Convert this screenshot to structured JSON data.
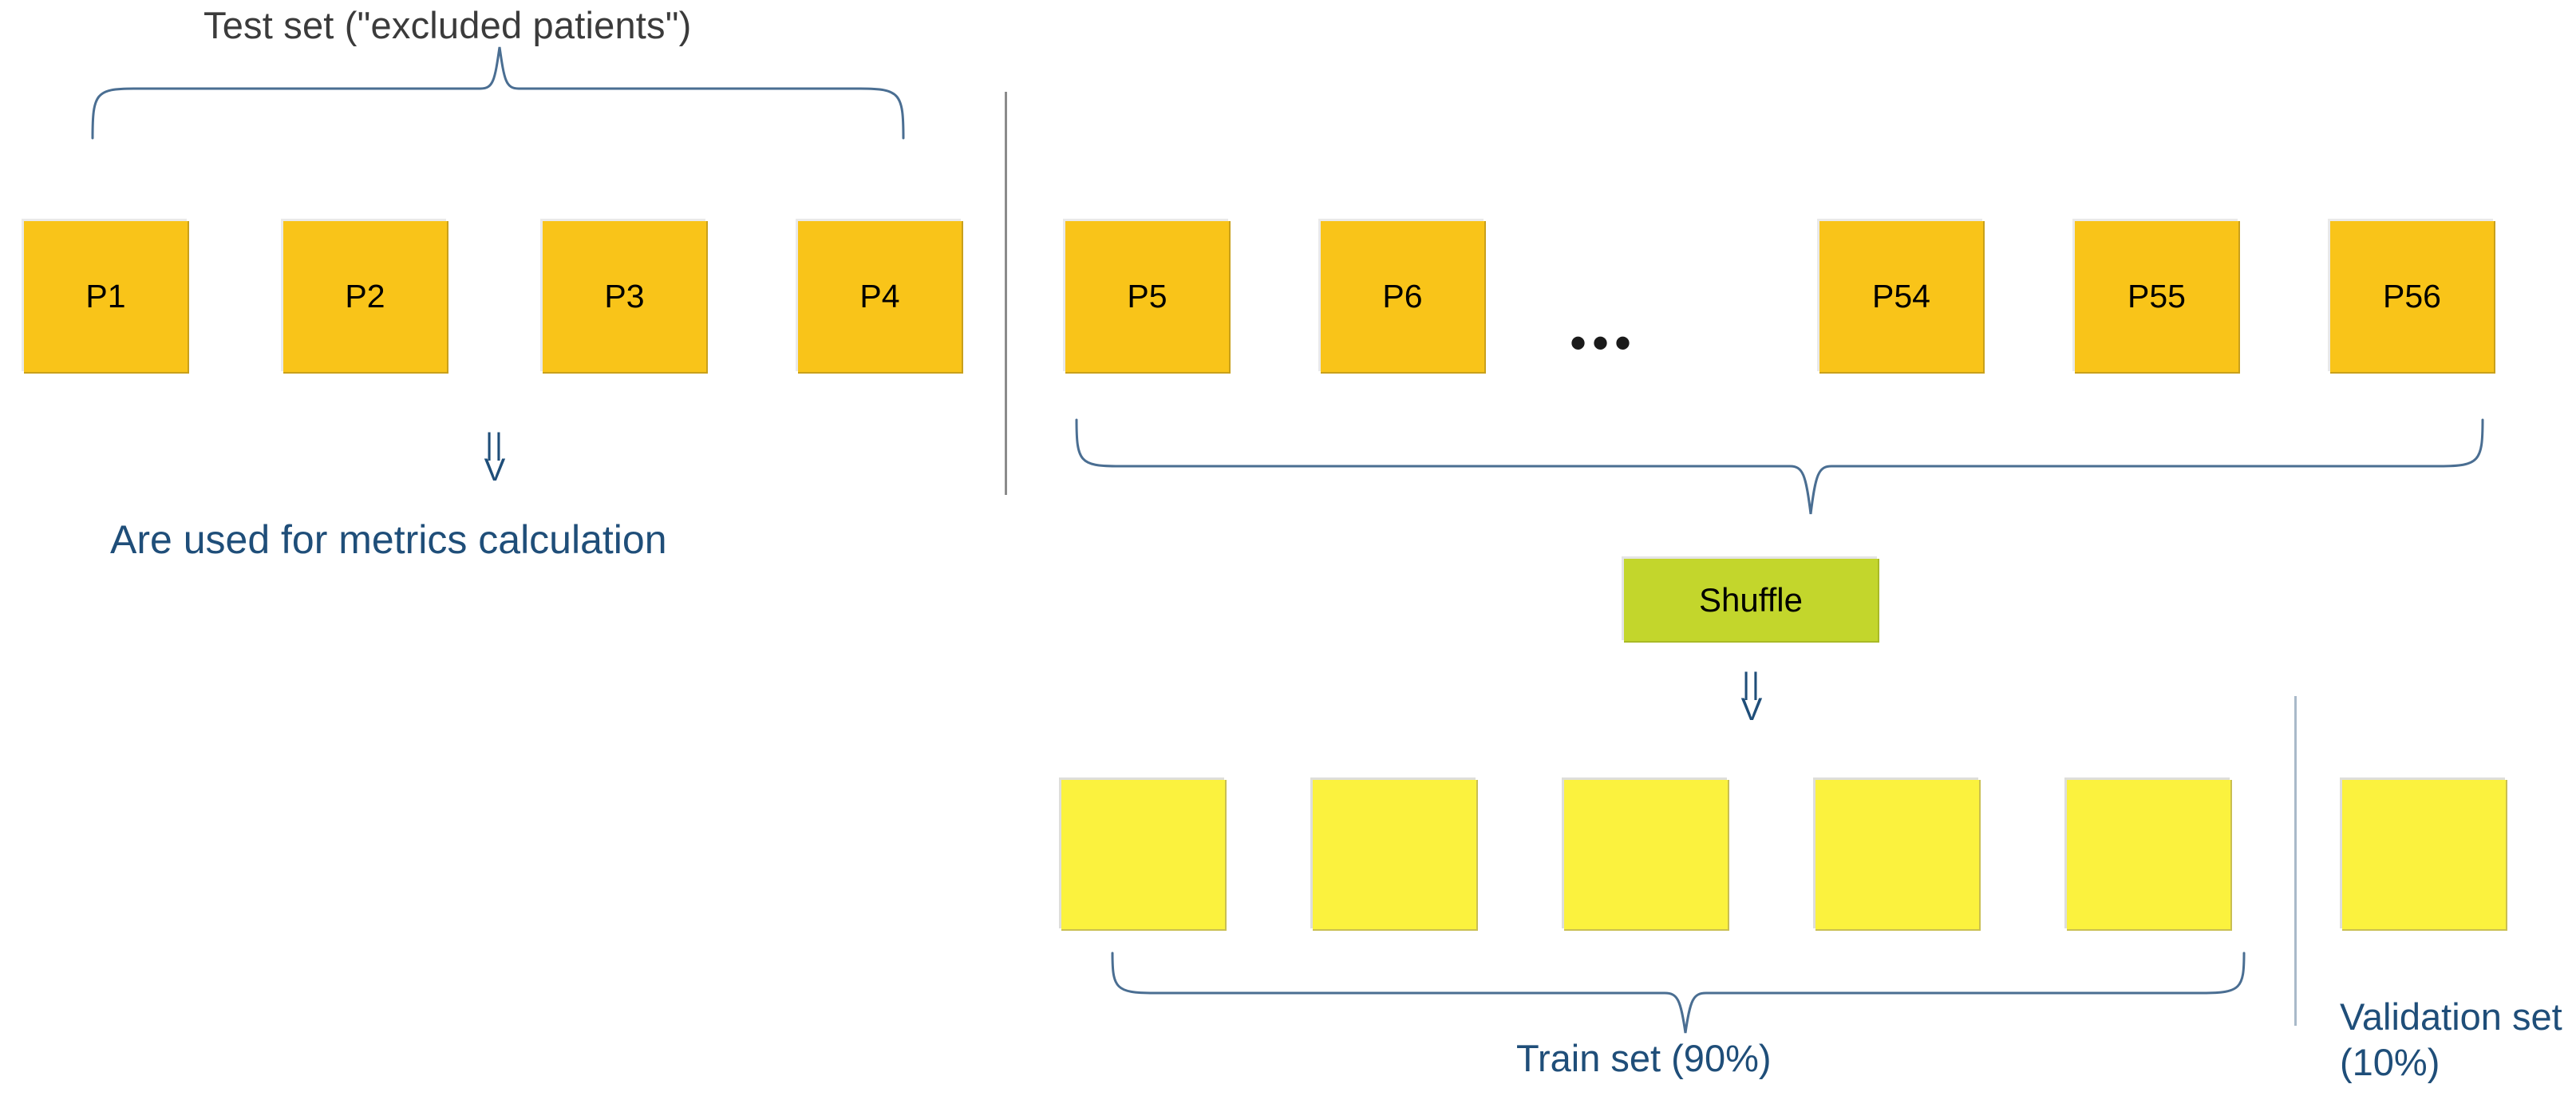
{
  "diagram": {
    "title": "Test set (\"excluded patients\")",
    "test_note": "Are used for metrics calculation",
    "train_caption": "Train set (90%)",
    "validation_caption": "Validation set (10%)",
    "shuffle_label": "Shuffle",
    "ellipsis": "•••",
    "arrow_bars": "||",
    "arrow_vee": "V"
  },
  "test_set": {
    "boxes": [
      {
        "label": "P1"
      },
      {
        "label": "P2"
      },
      {
        "label": "P3"
      },
      {
        "label": "P4"
      }
    ]
  },
  "pool_set": {
    "boxes": [
      {
        "label": "P5"
      },
      {
        "label": "P6"
      },
      {
        "label": "P54"
      },
      {
        "label": "P55"
      },
      {
        "label": "P56"
      }
    ]
  },
  "split_set": {
    "train_boxes": [
      {
        "label": ""
      },
      {
        "label": ""
      },
      {
        "label": ""
      },
      {
        "label": ""
      },
      {
        "label": ""
      }
    ],
    "validation_boxes": [
      {
        "label": ""
      }
    ]
  },
  "colors": {
    "patient_box": "#F9C419",
    "shuffled_box": "#FBF23E",
    "shuffle_box": "#C3D62C",
    "caption_text": "#1F4E79",
    "title_text": "#3B3B3B",
    "brace_line": "#4A6E92",
    "divider_grey": "#8B8B8B",
    "divider_blue": "#A9B9C9"
  }
}
